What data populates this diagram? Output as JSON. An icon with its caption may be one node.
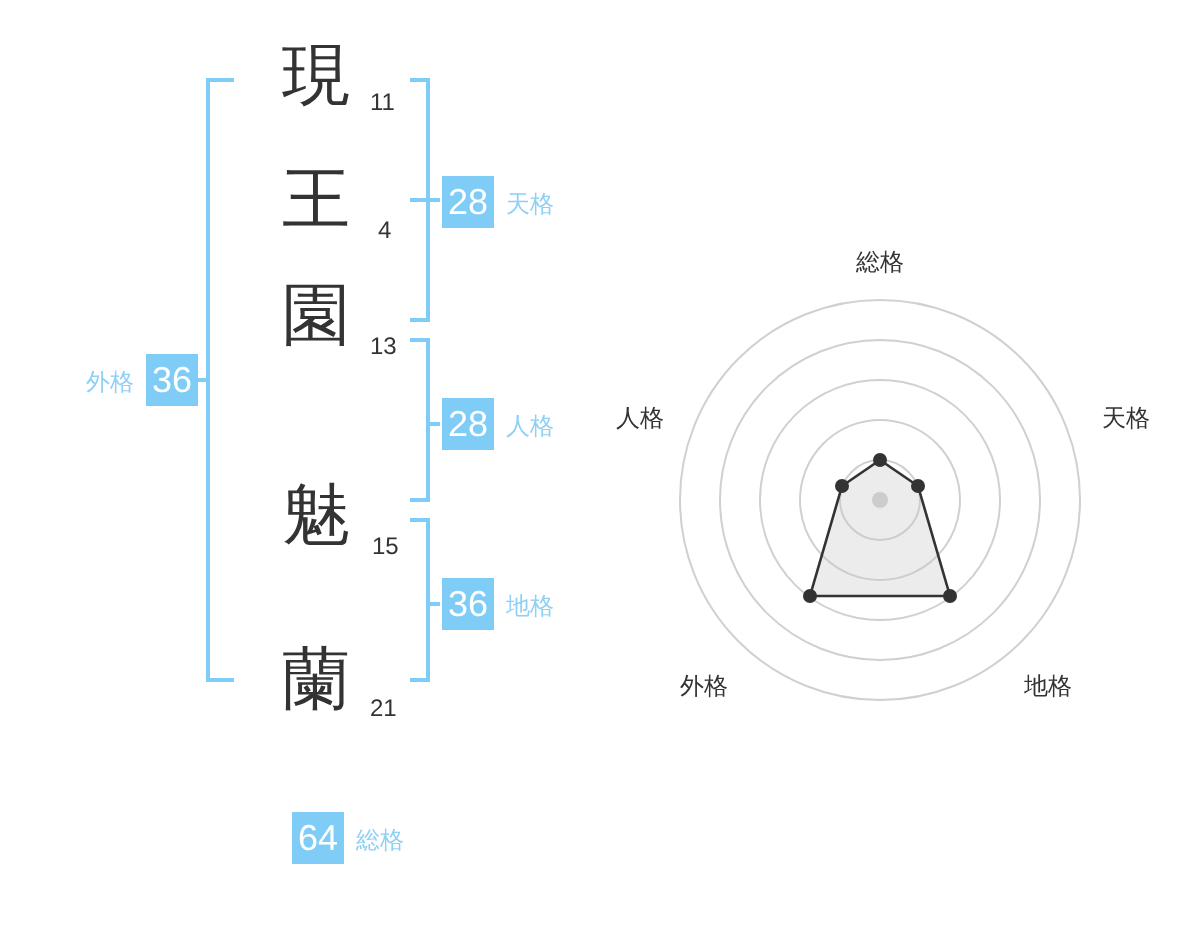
{
  "diagram": {
    "nodes": [
      {
        "text": [
          "28"
        ],
        "beside": [
          "天格"
        ]
      },
      {
        "text": [
          "36"
        ],
        "beside": [
          "外格"
        ]
      },
      {
        "text": [
          "28"
        ],
        "beside": [
          "人格"
        ]
      },
      {
        "text": [
          "36"
        ],
        "beside": [
          "地格"
        ]
      },
      {
        "text": [
          "64"
        ],
        "beside": [
          "総格"
        ]
      }
    ],
    "labels": [
      "現",
      "11",
      "王",
      "4",
      "園",
      "13",
      "魅",
      "15",
      "蘭",
      "21",
      "総格",
      "人格",
      "天格",
      "外格",
      "地格"
    ]
  }
}
